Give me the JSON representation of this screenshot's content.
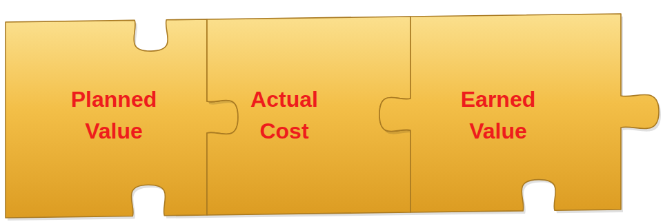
{
  "diagram": {
    "nodes": [
      {
        "text": [
          "Planned Value"
        ]
      },
      {
        "text": [
          "Actual Cost"
        ]
      },
      {
        "text": [
          "Earned Value"
        ]
      }
    ]
  }
}
